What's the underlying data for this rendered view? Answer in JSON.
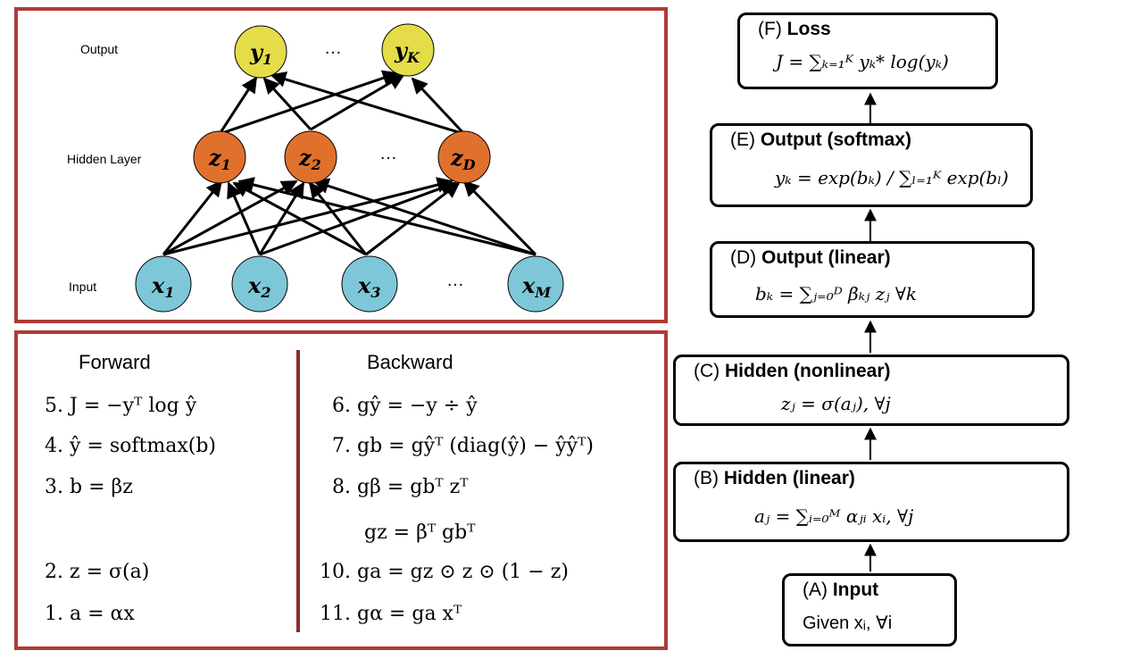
{
  "network": {
    "layers": {
      "output": "Output",
      "hidden": "Hidden Layer",
      "input": "Input"
    },
    "nodes": {
      "y1": "y",
      "y1_sub": "1",
      "yK": "y",
      "yK_sub": "K",
      "z1": "z",
      "z1_sub": "1",
      "z2": "z",
      "z2_sub": "2",
      "zD": "z",
      "zD_sub": "D",
      "x1": "x",
      "x1_sub": "1",
      "x2": "x",
      "x2_sub": "2",
      "x3": "x",
      "x3_sub": "3",
      "xM": "x",
      "xM_sub": "M"
    },
    "ellipsis": "…",
    "colors": {
      "output": "#e5dc4a",
      "hidden": "#e0712c",
      "input": "#7dc7d8",
      "frame": "#b03a36"
    }
  },
  "equations": {
    "forward_header": "Forward",
    "backward_header": "Backward",
    "forward": [
      {
        "num": "5.",
        "text": "J = −yᵀ log ŷ"
      },
      {
        "num": "4.",
        "text": "ŷ = softmax(b)"
      },
      {
        "num": "3.",
        "text": "b = βz"
      },
      {
        "num": "2.",
        "text": "z = σ(a)"
      },
      {
        "num": "1.",
        "text": "a = αx"
      }
    ],
    "backward": [
      {
        "num": "6.",
        "text": "gŷ = −y ÷ ŷ"
      },
      {
        "num": "7.",
        "text": "gb = gŷᵀ (diag(ŷ) − ŷŷᵀ)"
      },
      {
        "num": "8.",
        "text": "gβ = gbᵀ zᵀ"
      },
      {
        "num": "",
        "text": "gz = βᵀ gbᵀ"
      },
      {
        "num": "10.",
        "text": "ga = gz ⊙ z ⊙ (1 − z)"
      },
      {
        "num": "11.",
        "text": "gα = ga xᵀ"
      }
    ]
  },
  "flow": [
    {
      "label": "(F)",
      "name": "Loss",
      "formula": "J = ∑ₖ₌₁ᴷ yₖ* log(yₖ)"
    },
    {
      "label": "(E)",
      "name": "Output (softmax)",
      "formula": "yₖ = exp(bₖ) / ∑ₗ₌₁ᴷ exp(bₗ)"
    },
    {
      "label": "(D)",
      "name": "Output (linear)",
      "formula": "bₖ = ∑ⱼ₌₀ᴰ βₖⱼ zⱼ  ∀k"
    },
    {
      "label": "(C)",
      "name": "Hidden (nonlinear)",
      "formula": "zⱼ = σ(aⱼ),  ∀j"
    },
    {
      "label": "(B)",
      "name": "Hidden (linear)",
      "formula": "aⱼ = ∑ᵢ₌₀ᴹ αⱼᵢ xᵢ,  ∀j"
    },
    {
      "label": "(A)",
      "name": "Input",
      "formula": "Given xᵢ,  ∀i"
    }
  ]
}
